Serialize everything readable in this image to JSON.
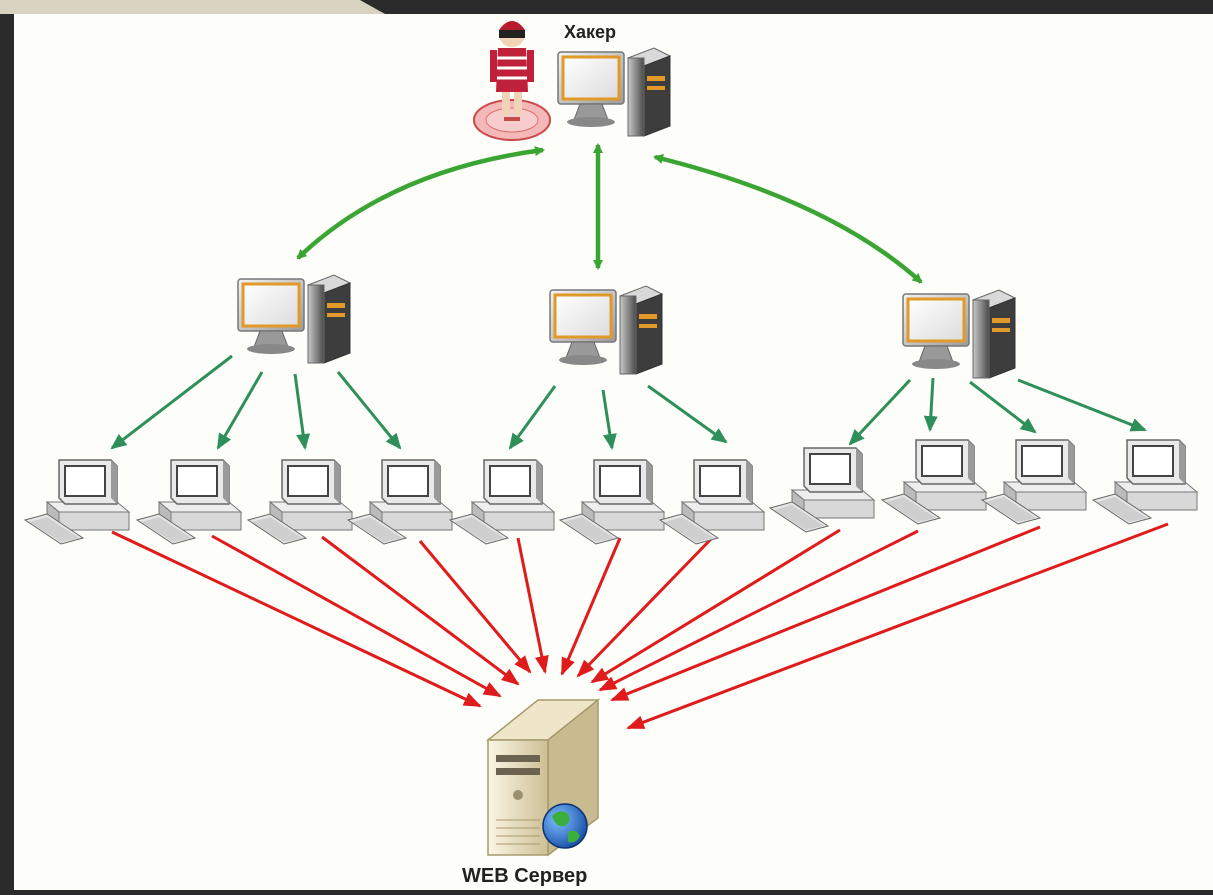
{
  "diagram": {
    "hacker_label": "Хакер",
    "server_label": "WEB Сервер",
    "colors": {
      "background": "#fdfdfa",
      "frame": "#2b2b2b",
      "frame_tab": "#d8d2c0",
      "control_arrow": "#3aa533",
      "command_arrow": "#2f8f5a",
      "attack_arrow": "#e01b1b"
    },
    "nodes": {
      "hacker": {
        "icon": "hacker-person-icon"
      },
      "hacker_pc": {
        "icon": "desktop-computer-icon"
      },
      "masters": [
        {
          "icon": "desktop-computer-icon"
        },
        {
          "icon": "desktop-computer-icon"
        },
        {
          "icon": "desktop-computer-icon"
        }
      ],
      "agents": [
        {
          "icon": "workstation-icon",
          "master": 0
        },
        {
          "icon": "workstation-icon",
          "master": 0
        },
        {
          "icon": "workstation-icon",
          "master": 0
        },
        {
          "icon": "workstation-icon",
          "master": 0
        },
        {
          "icon": "workstation-icon",
          "master": 1
        },
        {
          "icon": "workstation-icon",
          "master": 1
        },
        {
          "icon": "workstation-icon",
          "master": 1
        },
        {
          "icon": "workstation-icon",
          "master": 2
        },
        {
          "icon": "workstation-icon",
          "master": 2
        },
        {
          "icon": "workstation-icon",
          "master": 2
        },
        {
          "icon": "workstation-icon",
          "master": 2
        }
      ],
      "server": {
        "icon": "web-server-icon"
      }
    },
    "edges": {
      "hacker_to_masters": "bidirectional",
      "masters_to_agents": "directed",
      "agents_to_server": "directed"
    }
  }
}
